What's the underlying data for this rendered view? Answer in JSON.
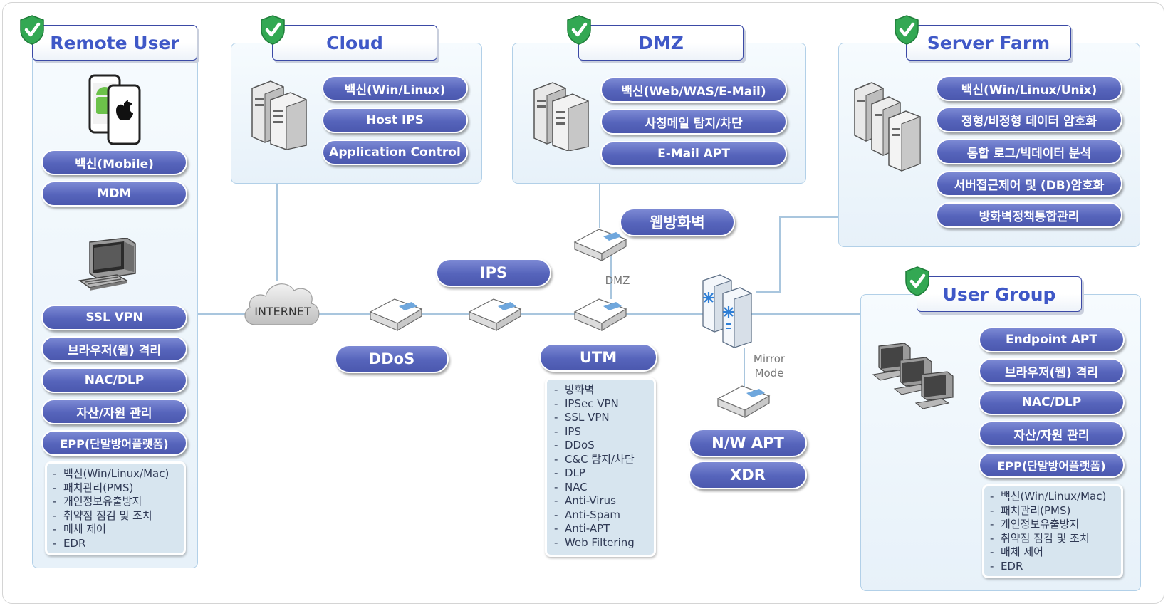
{
  "groups": {
    "remote_user": {
      "title": "Remote User",
      "items": [
        "백신(Mobile)",
        "MDM"
      ],
      "items2": [
        "SSL VPN",
        "브라우저(웹) 격리",
        "NAC/DLP",
        "자산/자원 관리",
        "EPP(단말방어플랫폼)"
      ],
      "details": [
        "백신(Win/Linux/Mac)",
        "패치관리(PMS)",
        "개인정보유출방지",
        "취약점 점검 및 조치",
        "매체 제어",
        "EDR"
      ]
    },
    "cloud": {
      "title": "Cloud",
      "items": [
        "백신(Win/Linux)",
        "Host IPS",
        "Application Control"
      ]
    },
    "dmz": {
      "title": "DMZ",
      "items": [
        "백신(Web/WAS/E-Mail)",
        "사칭메일 탐지/차단",
        "E-Mail APT"
      ]
    },
    "server_farm": {
      "title": "Server Farm",
      "items": [
        "백신(Win/Linux/Unix)",
        "정형/비정형 데이터 암호화",
        "통합 로그/빅데이터 분석",
        "서버접근제어 및 (DB)암호화",
        "방화벽정책통합관리"
      ]
    },
    "user_group": {
      "title": "User Group",
      "items": [
        "Endpoint APT",
        "브라우저(웹) 격리",
        "NAC/DLP",
        "자산/자원 관리",
        "EPP(단말방어플랫폼)"
      ],
      "details": [
        "백신(Win/Linux/Mac)",
        "패치관리(PMS)",
        "개인정보유출방지",
        "취약점 점검 및 조치",
        "매체 제어",
        "EDR"
      ]
    }
  },
  "network": {
    "internet_label": "INTERNET",
    "ddos_label": "DDoS",
    "ips_label": "IPS",
    "utm_label": "UTM",
    "waf_label": "웹방화벽",
    "dmz_label": "DMZ",
    "mirror_label_1": "Mirror",
    "mirror_label_2": "Mode",
    "nw_apt_label": "N/W APT",
    "xdr_label": "XDR",
    "utm_features": [
      "방화벽",
      "IPSec VPN",
      "SSL VPN",
      "IPS",
      "DDoS",
      "C&C 탐지/차단",
      "DLP",
      "NAC",
      "Anti-Virus",
      "Anti-Spam",
      "Anti-APT",
      "Web Filtering"
    ]
  },
  "colors": {
    "pill": "#5664bb",
    "title_text": "#3f58c7",
    "panel_border": "#b2d0e8",
    "shield": "#2fa84f",
    "line": "#a9c6de"
  }
}
